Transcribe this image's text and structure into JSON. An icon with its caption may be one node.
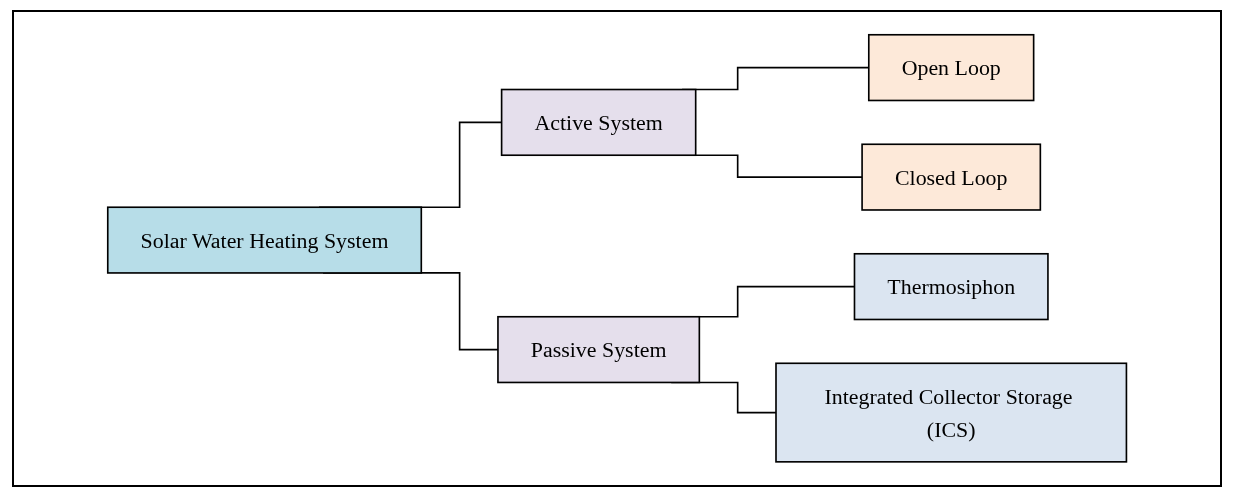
{
  "diagram": {
    "nodes": [
      {
        "text": [
          "Solar Water Heating System"
        ]
      },
      {
        "text": [
          "Active System"
        ]
      },
      {
        "text": [
          "Passive System"
        ]
      },
      {
        "text": [
          "Open Loop"
        ]
      },
      {
        "text": [
          "Closed Loop"
        ]
      },
      {
        "text": [
          "Thermosiphon"
        ]
      },
      {
        "text": [
          "Integrated Collector Storage (ICS)"
        ]
      }
    ],
    "edges": [
      {
        "from": 0,
        "to": 1,
        "arrow": "none"
      },
      {
        "from": 0,
        "to": 2,
        "arrow": "none"
      },
      {
        "from": 1,
        "to": 3,
        "arrow": "none"
      },
      {
        "from": 1,
        "to": 4,
        "arrow": "none"
      },
      {
        "from": 2,
        "to": 5,
        "arrow": "none"
      },
      {
        "from": 2,
        "to": 6,
        "arrow": "none"
      }
    ]
  }
}
